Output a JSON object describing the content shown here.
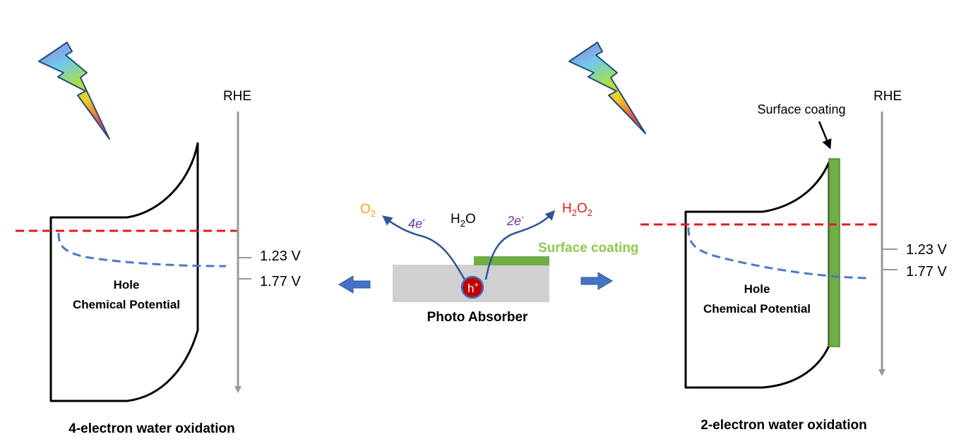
{
  "left_panel": {
    "axis_label": "RHE",
    "level_1": "1.23 V",
    "level_2": "1.77 V",
    "hole_line1": "Hole",
    "hole_line2": "Chemical Potential",
    "caption": "4-electron water oxidation"
  },
  "center_panel": {
    "product_left": "O",
    "product_left_sub": "2",
    "electrons_left": "4e",
    "electrons_left_sup": "-",
    "reactant": "H",
    "reactant_sub": "2",
    "reactant_tail": "O",
    "electrons_right": "2e",
    "electrons_right_sup": "-",
    "product_right_a": "H",
    "product_right_sub_a": "2",
    "product_right_b": "O",
    "product_right_sub_b": "2",
    "hole_symbol": "h",
    "hole_charge": "+",
    "coating_label": "Surface coating",
    "absorber_label": "Photo Absorber"
  },
  "right_panel": {
    "axis_label": "RHE",
    "coating_callout": "Surface coating",
    "level_1": "1.23 V",
    "level_2": "1.77 V",
    "hole_line1": "Hole",
    "hole_line2": "Chemical Potential",
    "caption": "2-electron water oxidation"
  },
  "colors": {
    "fermi_line": "#e31a1c",
    "hole_potential_line": "#4a7ac8",
    "axis": "#999999",
    "coating": "#70ad47",
    "coating_text": "#92c84f",
    "absorber": "#d0d0d0",
    "arrow_fill": "#4472c4",
    "o2_text": "#f0a800",
    "electron_text": "#7030a0",
    "h2o2_text": "#e31a1c",
    "hole_fill": "#c00000"
  }
}
